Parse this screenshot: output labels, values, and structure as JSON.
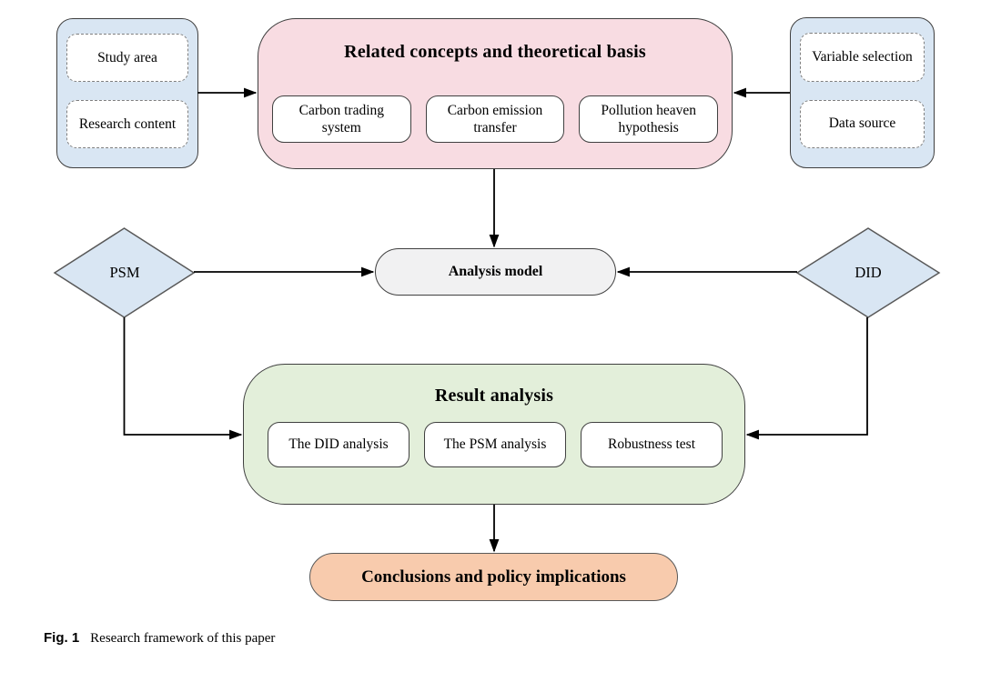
{
  "figure": {
    "caption_label": "Fig. 1",
    "caption_text": "Research framework of this paper"
  },
  "panels": {
    "left_inputs": {
      "items": [
        "Study area",
        "Research content"
      ]
    },
    "right_inputs": {
      "items": [
        "Variable selection",
        "Data source"
      ]
    },
    "concepts": {
      "title": "Related concepts and theoretical basis",
      "items": [
        "Carbon trading system",
        "Carbon emission transfer",
        "Pollution heaven hypothesis"
      ]
    },
    "result": {
      "title": "Result analysis",
      "items": [
        "The DID analysis",
        "The PSM analysis",
        "Robustness test"
      ]
    }
  },
  "nodes": {
    "analysis_model": "Analysis model",
    "psm": "PSM",
    "did": "DID",
    "conclusions": "Conclusions and policy implications"
  },
  "colors": {
    "panel_blue": "#d9e6f3",
    "panel_pink": "#f8dce2",
    "panel_green": "#e3efda",
    "node_gray": "#f1f1f2",
    "node_orange": "#f8cbad",
    "diamond_blue": "#d9e6f3",
    "arrow_black": "#000000"
  }
}
